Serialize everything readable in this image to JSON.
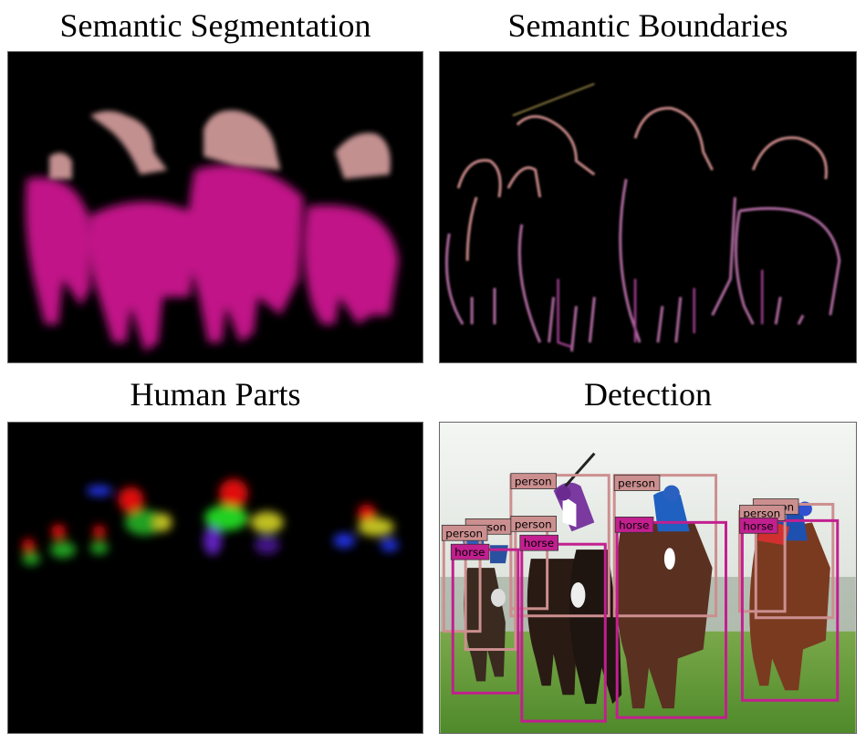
{
  "titles": {
    "semantic_segmentation": "Semantic Segmentation",
    "semantic_boundaries": "Semantic Boundaries",
    "human_parts": "Human Parts",
    "detection": "Detection"
  },
  "detection_labels": {
    "person": "person",
    "horse": "horse"
  },
  "colors": {
    "person": "#cc8f8f",
    "horse": "#c21f8f",
    "segmentation_horse": "#cc1890",
    "segmentation_person": "#d9a0a0",
    "parts_head": "#e01010",
    "parts_torso": "#20d020",
    "parts_arms": "#2030e0",
    "parts_legs": "#e0e020"
  }
}
